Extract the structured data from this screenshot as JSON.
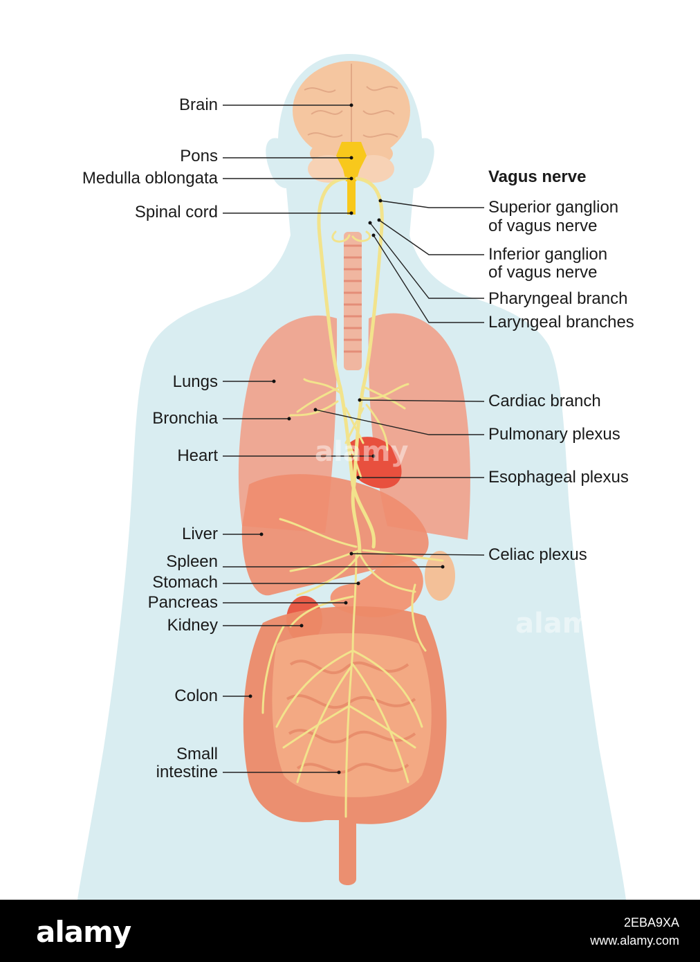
{
  "colors": {
    "silhouette": "#d9edf1",
    "nerve": "#f2e38c",
    "nerve_bright": "#f8c81c",
    "brain": "#f5c6a0",
    "lungs": "#f0a08a",
    "liver": "#ee8c6e",
    "heart": "#e8503e",
    "intestine": "#f3a983",
    "colon": "#ec8a68",
    "footer": "#000000"
  },
  "labels_left": {
    "brain": "Brain",
    "pons": "Pons",
    "medulla": "Medulla oblongata",
    "spinal_cord": "Spinal cord",
    "lungs": "Lungs",
    "bronchia": "Bronchia",
    "heart": "Heart",
    "liver": "Liver",
    "spleen": "Spleen",
    "stomach": "Stomach",
    "pancreas": "Pancreas",
    "kidney": "Kidney",
    "colon": "Colon",
    "small_intestine_1": "Small",
    "small_intestine_2": "intestine"
  },
  "labels_right": {
    "heading": "Vagus nerve",
    "superior_ganglion_1": "Superior ganglion",
    "superior_ganglion_2": "of vagus nerve",
    "inferior_ganglion_1": "Inferior ganglion",
    "inferior_ganglion_2": "of vagus nerve",
    "pharyngeal": "Pharyngeal branch",
    "laryngeal": "Laryngeal branches",
    "cardiac": "Cardiac branch",
    "pulmonary": "Pulmonary plexus",
    "esophageal": "Esophageal plexus",
    "celiac": "Celiac plexus"
  },
  "watermark": {
    "text": "alamy"
  },
  "footer": {
    "brand": "alamy",
    "image_id": "2EBA9XA",
    "url": "www.alamy.com"
  }
}
